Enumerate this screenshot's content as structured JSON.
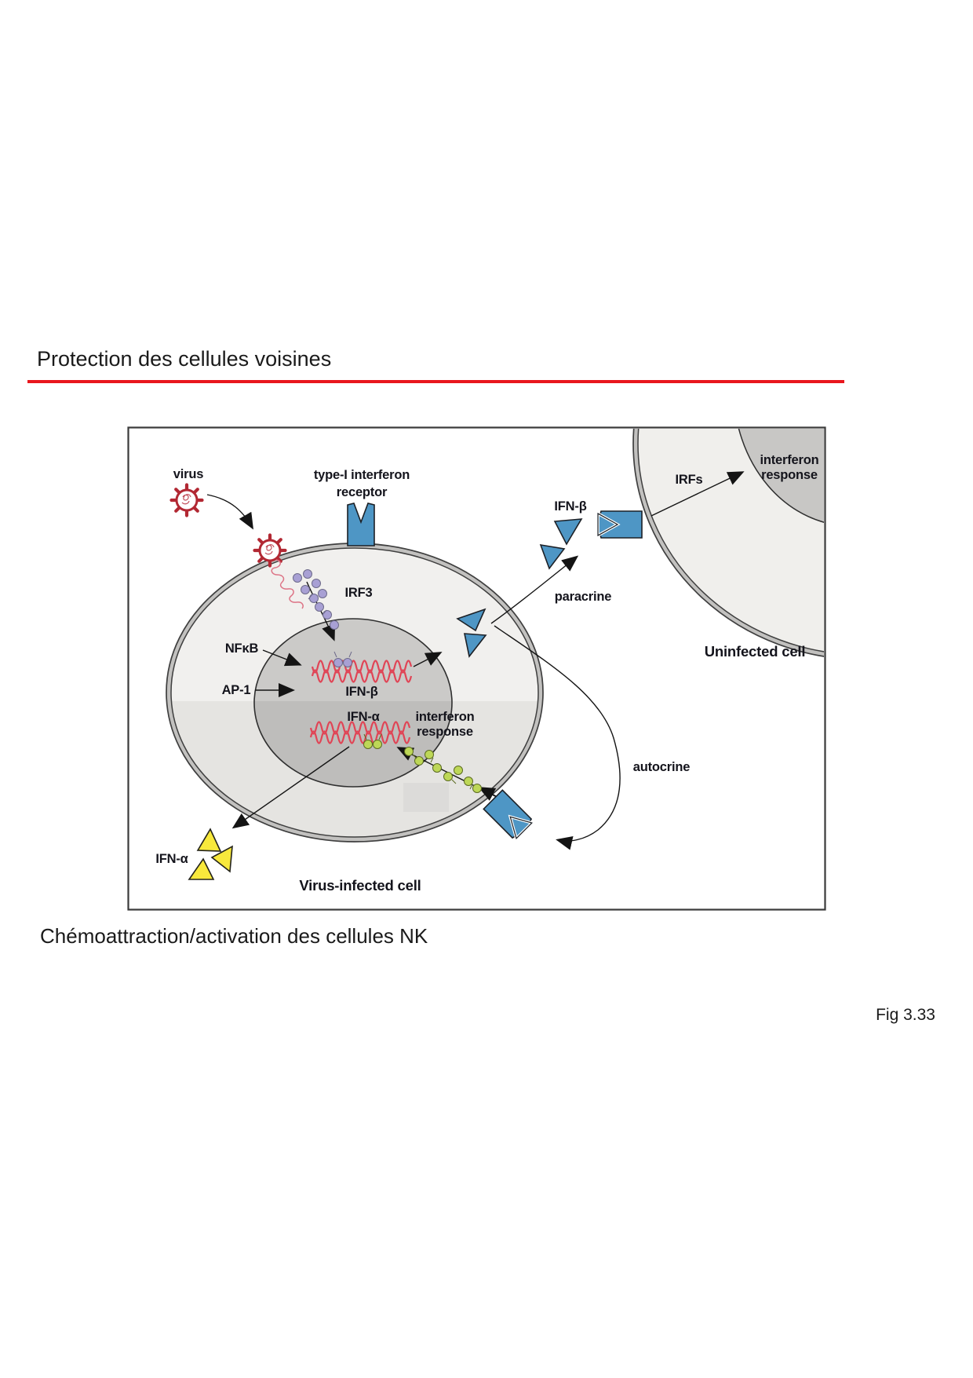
{
  "page": {
    "title": "Protection des cellules voisines",
    "caption": "Chémoattraction/activation des cellules NK",
    "figure_ref": "Fig 3.33"
  },
  "figure": {
    "labels": {
      "virus": "virus",
      "receptor_line1": "type-I interferon",
      "receptor_line2": "receptor",
      "irf3": "IRF3",
      "nfkb": "NFκB",
      "ap1": "AP-1",
      "ifnb_gene": "IFN-β",
      "ifna_gene": "IFN-α",
      "ifn_response_line1": "interferon",
      "ifn_response_line2": "response",
      "ifnb_secreted": "IFN-β",
      "paracrine": "paracrine",
      "autocrine": "autocrine",
      "irfs": "IRFs",
      "uninf_response_line1": "interferon",
      "uninf_response_line2": "response",
      "uninfected_cell": "Uninfected cell",
      "virus_infected_cell": "Virus-infected cell",
      "ifna_secreted": "IFN-α"
    },
    "colors": {
      "rule_red": "#e9161d",
      "virus_red": "#b22833",
      "dna_red": "#e04556",
      "interferon_blue": "#4e96c5",
      "ifn_alpha_yellow": "#f8e93c",
      "ifn_green": "#bdd757",
      "irf3_purple": "#a8a0d4"
    }
  }
}
